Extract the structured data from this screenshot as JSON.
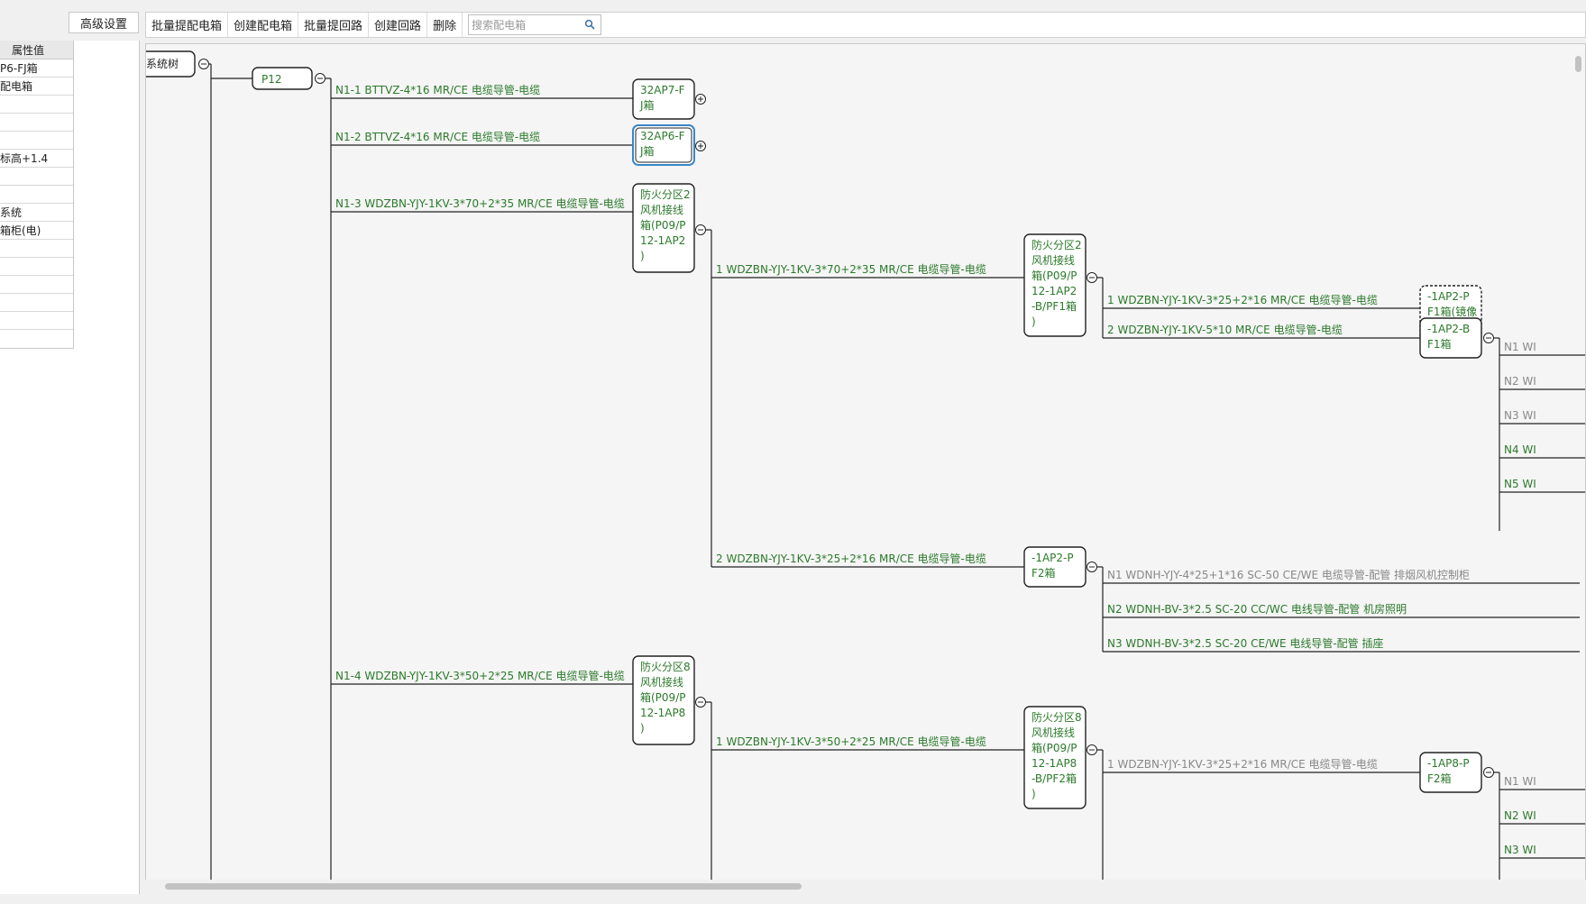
{
  "toolbar": {
    "advanced_label": "高级设置",
    "batch_extract_box": "批量提配电箱",
    "create_box": "创建配电箱",
    "batch_extract_circuit": "批量提回路",
    "create_circuit": "创建回路",
    "delete": "删除",
    "search_placeholder": "搜索配电箱"
  },
  "properties": {
    "header": "属性值",
    "rows": [
      "P6-FJ箱",
      "配电箱",
      "",
      "",
      "",
      "标高+1.4",
      "",
      "",
      "系统",
      "箱柜(电)",
      "",
      "",
      "",
      "",
      "",
      ""
    ]
  },
  "colors": {
    "accent": "#2b7a2b",
    "gray_text": "#888888",
    "selected_border": "#3a86c8"
  },
  "tree": {
    "root": "系统树",
    "p12": "P12",
    "b_32ap7": [
      "32AP7-F",
      "J箱"
    ],
    "b_32ap6": [
      "32AP6-F",
      "J箱"
    ],
    "b_fz2": [
      "防火分区2",
      "风机接线",
      "箱(P09/P",
      "12-1AP2",
      ")"
    ],
    "b_fz2pf1": [
      "防火分区2",
      "风机接线",
      "箱(P09/P",
      "12-1AP2",
      "-B/PF1箱",
      ")"
    ],
    "b_1ap2pf1": [
      "-1AP2-P",
      "F1箱(镜像",
      ")"
    ],
    "b_1ap2bf1": [
      "-1AP2-B",
      "F1箱"
    ],
    "b_1ap2pf2": [
      "-1AP2-P",
      "F2箱"
    ],
    "b_fz8": [
      "防火分区8",
      "风机接线",
      "箱(P09/P",
      "12-1AP8",
      ")"
    ],
    "b_fz8pf2": [
      "防火分区8",
      "风机接线",
      "箱(P09/P",
      "12-1AP8",
      "-B/PF2箱",
      ")"
    ],
    "b_1ap8pf2": [
      "-1AP8-P",
      "F2箱"
    ],
    "c_n1_1": "N1-1 BTTVZ-4*16 MR/CE 电缆导管-电缆",
    "c_n1_2": "N1-2 BTTVZ-4*16 MR/CE 电缆导管-电缆",
    "c_n1_3": "N1-3 WDZBN-YJY-1KV-3*70+2*35 MR/CE 电缆导管-电缆",
    "c_n1_4": "N1-4 WDZBN-YJY-1KV-3*50+2*25 MR/CE 电缆导管-电缆",
    "c_fz2_1": "1 WDZBN-YJY-1KV-3*70+2*35 MR/CE 电缆导管-电缆",
    "c_fz2_2": "2 WDZBN-YJY-1KV-3*25+2*16 MR/CE 电缆导管-电缆",
    "c_pf1_1": "1 WDZBN-YJY-1KV-3*25+2*16 MR/CE 电缆导管-电缆",
    "c_pf1_2": "2 WDZBN-YJY-1KV-5*10 MR/CE 电缆导管-电缆",
    "c_pf2_n1": "N1 WDNH-YJY-4*25+1*16 SC-50 CE/WE 电缆导管-配管 排烟风机控制柜",
    "c_pf2_n2": "N2 WDNH-BV-3*2.5 SC-20 CC/WC 电线导管-配管 机房照明",
    "c_pf2_n3": "N3 WDNH-BV-3*2.5 SC-20 CE/WE 电线导管-配管 插座",
    "c_fz8_1": "1 WDZBN-YJY-1KV-3*50+2*25 MR/CE 电缆导管-电缆",
    "c_fz8pf2_1": "1 WDZBN-YJY-1KV-3*25+2*16 MR/CE 电缆导管-电缆",
    "c_bf1": [
      "N1 WI",
      "N2 WI",
      "N3 WI",
      "N4 WI",
      "N5 WI"
    ],
    "c_8pf2": [
      "N1 WI",
      "N2 WI",
      "N3 WI"
    ]
  }
}
